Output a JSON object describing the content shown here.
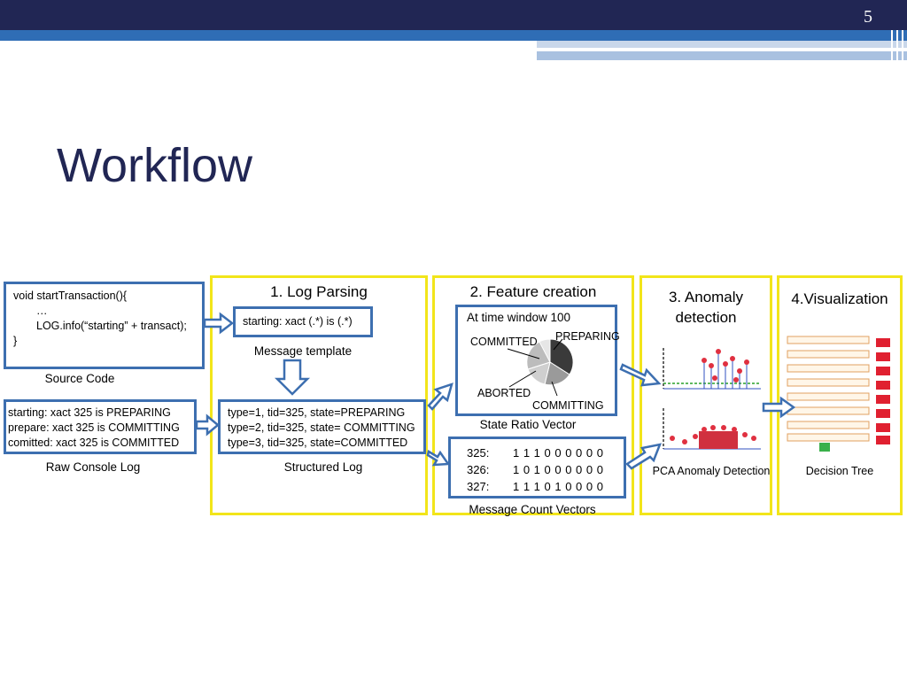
{
  "slide": {
    "number": "5",
    "title": "Workflow"
  },
  "source": {
    "lines": [
      "void startTransaction(){",
      "…",
      "LOG.info(“starting” + transact);",
      "}"
    ],
    "caption": "Source Code"
  },
  "raw_log": {
    "lines": [
      "starting: xact 325 is PREPARING",
      "prepare: xact 325 is COMMITTING",
      "comitted: xact 325 is COMMITTED"
    ],
    "caption": "Raw Console Log"
  },
  "stage1": {
    "title": "1. Log Parsing",
    "template": "starting: xact (.*) is (.*)",
    "template_caption": "Message template",
    "structured_lines": [
      "type=1, tid=325, state=PREPARING",
      "type=2, tid=325, state= COMMITTING",
      "type=3, tid=325, state=COMMITTED"
    ],
    "structured_caption": "Structured Log"
  },
  "stage2": {
    "title": "2. Feature creation",
    "window_label": "At time window 100",
    "pie_labels": {
      "committed": "COMMITTED",
      "preparing": "PREPARING",
      "aborted": "ABORTED",
      "committing": "COMMITTING"
    },
    "state_caption": "State Ratio Vector",
    "vectors": [
      {
        "id": "325:",
        "bits": "1 1 1 0 0 0 0 0 0"
      },
      {
        "id": "326:",
        "bits": "1 0 1 0 0 0 0 0 0"
      },
      {
        "id": "327:",
        "bits": "1 1 1 0 1 0 0 0 0"
      }
    ],
    "count_caption": "Message Count Vectors"
  },
  "stage3": {
    "title_line1": "3. Anomaly",
    "title_line2": "detection",
    "caption": "PCA Anomaly Detection"
  },
  "stage4": {
    "title": "4.Visualization",
    "caption": "Decision Tree"
  },
  "colors": {
    "header": "#212654",
    "accent_blue": "#2f6db5",
    "stage_border": "#f2e51a",
    "box_border": "#3d6fb0"
  }
}
